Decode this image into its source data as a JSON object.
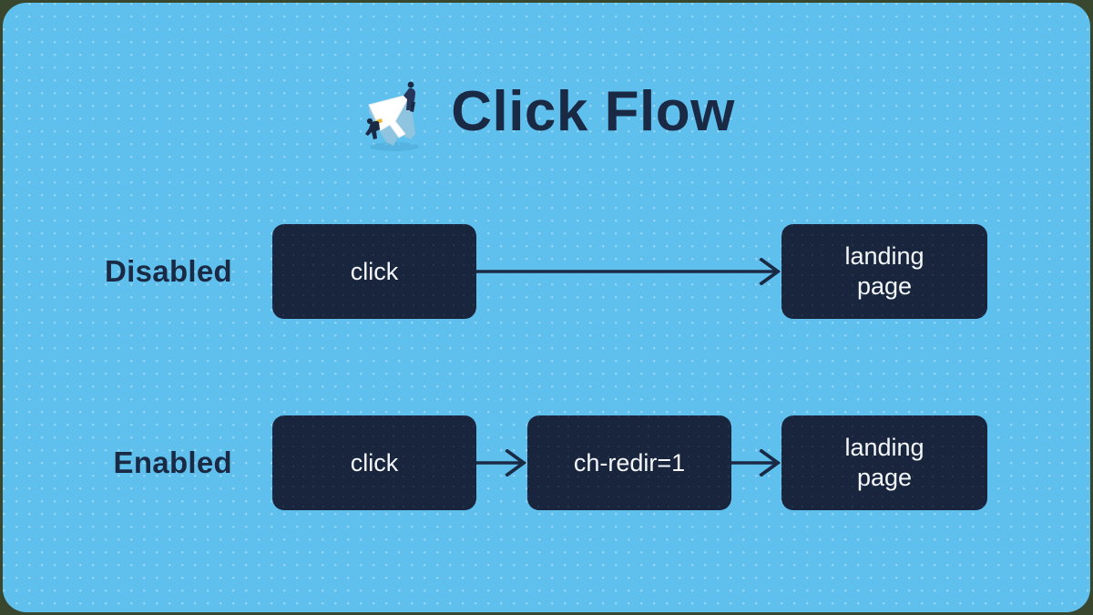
{
  "theme": {
    "frame_color": "#39472f",
    "card_background": "#5fc0ed",
    "node_fill": "#18253c",
    "node_text": "#f4f7fb",
    "accent_dark": "#1b2a44"
  },
  "header": {
    "title": "Click Flow",
    "icon": "cursor-arrow-icon"
  },
  "flow": {
    "rows": [
      {
        "label": "Disabled",
        "nodes": [
          {
            "name": "click-node",
            "text": "click"
          },
          {
            "name": "landing-page-node",
            "line1": "landing",
            "line2": "page"
          }
        ],
        "arrows": [
          {
            "name": "flow-arrow-long"
          }
        ]
      },
      {
        "label": "Enabled",
        "nodes": [
          {
            "name": "click-node",
            "text": "click"
          },
          {
            "name": "ch-redir-node",
            "text": "ch-redir=1"
          },
          {
            "name": "landing-page-node",
            "line1": "landing",
            "line2": "page"
          }
        ],
        "arrows": [
          {
            "name": "flow-arrow-short-1"
          },
          {
            "name": "flow-arrow-short-2"
          }
        ]
      }
    ]
  }
}
